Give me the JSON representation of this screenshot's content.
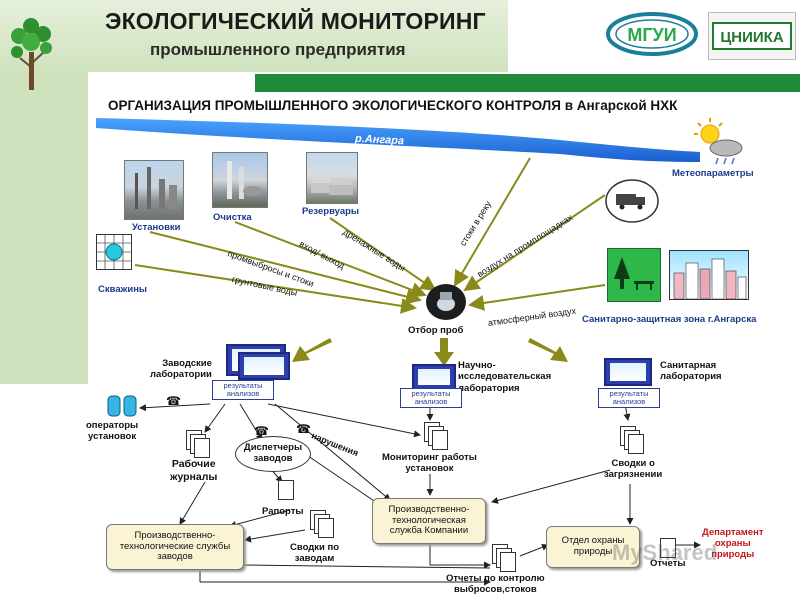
{
  "header": {
    "title": "ЭКОЛОГИЧЕСКИЙ МОНИТОРИНГ",
    "subtitle": "промышленного предприятия",
    "logo1": "МГУИ",
    "logo2": "ЦНИИКА"
  },
  "org_title": "ОРГАНИЗАЦИЯ ПРОМЫШЛЕННОГО ЭКОЛОГИЧЕСКОГО КОНТРОЛЯ в Ангарской НХК",
  "river": "р.Ангара",
  "sources": {
    "units": "Установки",
    "treatment": "Очистка",
    "reservoirs": "Резервуары",
    "wells": "Скважины",
    "meteo": "Метеопараметры",
    "sanitary_zone": "Санитарно-защитная зона г.Ангарска"
  },
  "flows": {
    "inout": "вход/ выход",
    "drainage": "дренажные воды",
    "emissions": "промвыбросы и стоки",
    "groundwater": "грунтовые воды",
    "river_discharge": "стоки в реку",
    "air_sites": "воздух на промплощадках",
    "atm_air": "атмосферный воздух",
    "violations": "нарушения"
  },
  "sampling": "Отбор проб",
  "labs": {
    "plant": "Заводские\nлаборатории",
    "research": "Научно-\nисследовательская\nлаборатория",
    "sanitary": "Санитарная\nлаборатория",
    "results": "результаты\nанализов"
  },
  "nodes": {
    "operators": "операторы\nустановок",
    "journals": "Рабочие\nжурналы",
    "dispatchers": "Диспетчеры\nзаводов",
    "reports": "Рапорты",
    "monitoring": "Мониторинг работы\nустановок",
    "pollution": "Сводки о\nзагрязнении",
    "company_service": "Производственно-\nтехнологическая\nслужба Компании",
    "plant_services": "Производственно-\nтехнологические службы\nзаводов",
    "plant_summaries": "Сводки по\nзаводам",
    "emission_reports": "Отчеты по контролю\nвыбросов,стоков",
    "env_dept": "Отдел охраны\nприроды",
    "reports2": "Отчеты",
    "department": "Департамент\nохраны\nприроды"
  },
  "watermark": "MyShared"
}
